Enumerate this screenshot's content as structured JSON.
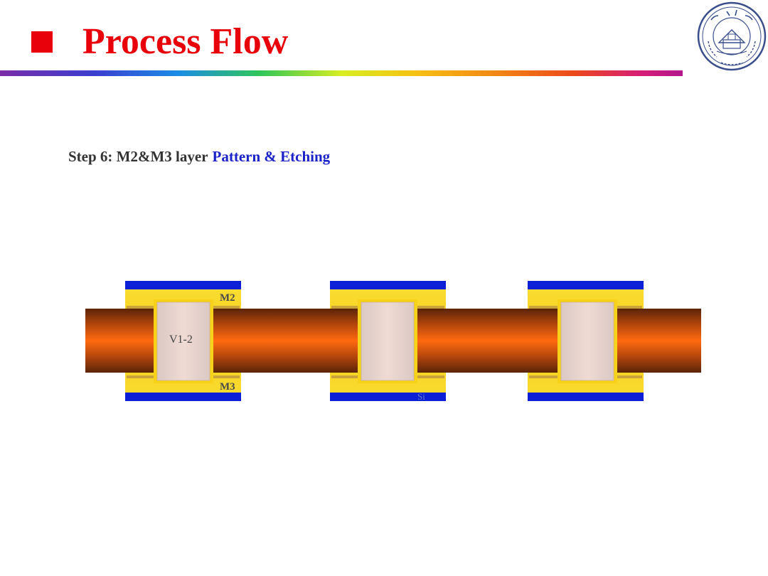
{
  "slide": {
    "title": "Process Flow",
    "step_prefix": "Step 6: M2&M3 layer",
    "step_action": "Pattern & Etching"
  },
  "diagram": {
    "labels": {
      "top_metal": "M2",
      "bottom_metal": "M3",
      "via": "V1-2",
      "substrate": "Si"
    },
    "structures": 3
  },
  "logo": {
    "text": "UNIVERSITAS AMOIENSIS"
  },
  "colors": {
    "title_red": "#e8000b",
    "action_blue": "#1a22c8",
    "metal_blue": "#0a1fd6",
    "yellow_layer": "#f7d21a",
    "copper_mid": "#ff6a10",
    "copper_edge": "#5a2408",
    "via_fill": "#ecd3cd",
    "seal_blue": "#3a4e8c"
  }
}
